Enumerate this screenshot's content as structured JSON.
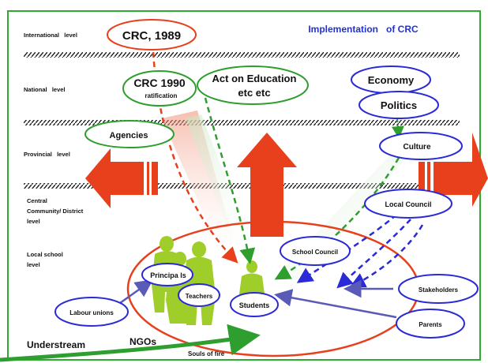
{
  "title": "Implementation   of CRC",
  "levels": {
    "international": "International   level",
    "national": "National   level",
    "provincial": "Provincial   level",
    "central_1": "Central",
    "central_2": "Community/ District",
    "central_3": "level",
    "local_1": "Local school",
    "local_2": "level"
  },
  "nodes": {
    "crc1989": "CRC, 1989",
    "crc1990": "CRC 1990",
    "ratification": "ratification",
    "act_1": "Act on Education",
    "act_2": "etc etc",
    "economy": "Economy",
    "politics": "Politics",
    "agencies": "Agencies",
    "culture": "Culture",
    "local_council": "Local Council",
    "school_council": "School Council",
    "principals": "Principa ls",
    "teachers": "Teachers",
    "students": "Students",
    "stakeholders": "Stakeholders",
    "parents": "Parents",
    "labour_unions": "Labour unions"
  },
  "bottom": {
    "understream": "Understream",
    "ngos": "NGOs",
    "souls": "Souls of fire"
  },
  "colors": {
    "frame": "#2eaa2e",
    "red": "#e8401c",
    "green": "#2e9e2e",
    "blue": "#2a2ad6",
    "figure": "#9fce2a",
    "title": "#2233cc"
  }
}
